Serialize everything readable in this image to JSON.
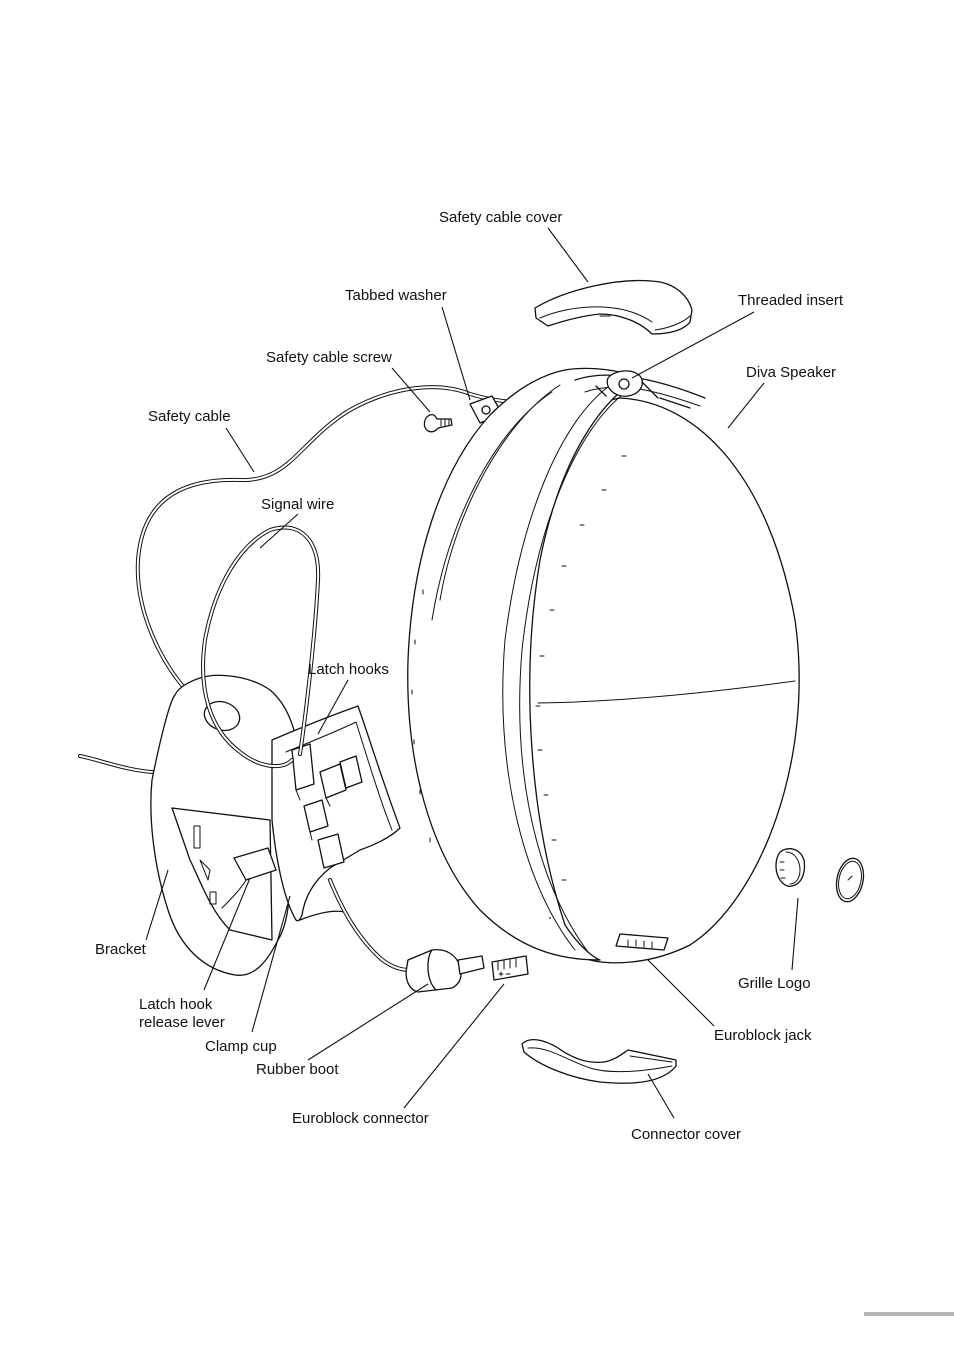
{
  "labels": {
    "safety_cable_cover": "Safety cable cover",
    "tabbed_washer": "Tabbed washer",
    "threaded_insert": "Threaded insert",
    "safety_cable_screw": "Safety cable screw",
    "diva_speaker": "Diva Speaker",
    "safety_cable": "Safety cable",
    "signal_wire": "Signal wire",
    "latch_hooks": "Latch hooks",
    "bracket": "Bracket",
    "latch_hook_release_lever": "Latch hook release lever",
    "clamp_cup": "Clamp cup",
    "rubber_boot": "Rubber boot",
    "euroblock_connector": "Euroblock connector",
    "grille_logo": "Grille Logo",
    "euroblock_jack": "Euroblock jack",
    "connector_cover": "Connector cover"
  },
  "colors": {
    "line": "#111111",
    "background": "#ffffff",
    "page_bar": "#b4b4b4"
  }
}
